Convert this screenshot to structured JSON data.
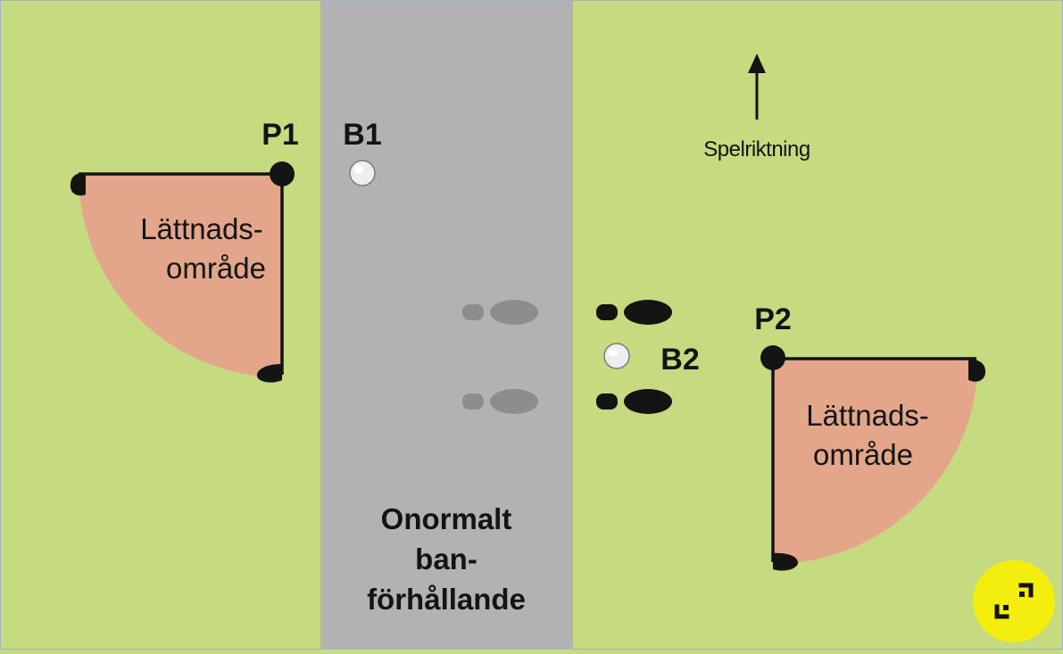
{
  "diagram": {
    "direction_label": "Spelriktning",
    "abnormal_area_lines": [
      "Onormalt",
      "ban-",
      "förhållande"
    ],
    "point_labels": {
      "p1": "P1",
      "p2": "P2"
    },
    "ball_labels": {
      "b1": "B1",
      "b2": "B2"
    },
    "relief_area_1_lines": [
      "Lättnads-",
      "område"
    ],
    "relief_area_2_lines": [
      "Lättnads-",
      "område"
    ]
  },
  "colors": {
    "grass": "#c6db80",
    "abnormal_ground": "#b1b2b1",
    "relief_area": "#e3a68b",
    "ink": "#141414",
    "footprint_before": "#8c8d8c",
    "expand_button": "#f4ee0f"
  },
  "controls": {
    "expand_icon": "expand-icon"
  }
}
